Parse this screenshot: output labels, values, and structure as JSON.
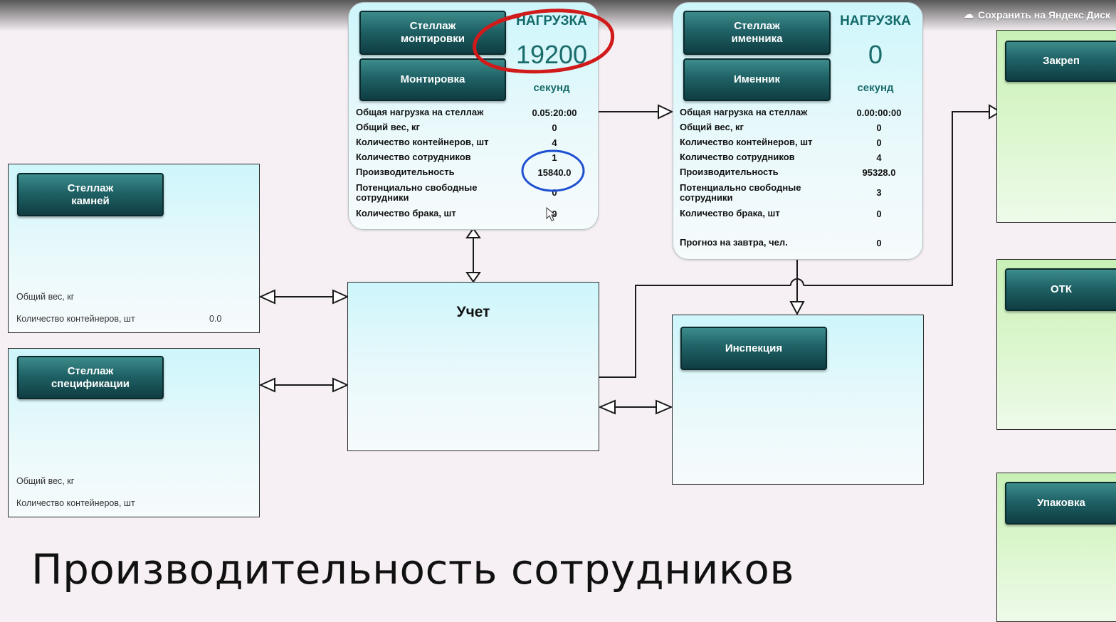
{
  "topbar": {
    "save_label": "Сохранить на Яндекс Диск"
  },
  "mount": {
    "btn_rack": "Стеллаж монтировки",
    "btn_main": "Монтировка",
    "load_title": "НАГРУЗКА",
    "load_value": "19200",
    "load_unit": "секунд",
    "rows": [
      {
        "label": "Общая нагрузка на стеллаж",
        "value": "0.05:20:00"
      },
      {
        "label": "Общий вес, кг",
        "value": "0"
      },
      {
        "label": "Количество контейнеров, шт",
        "value": "4"
      },
      {
        "label": "Количество сотрудников",
        "value": "1"
      },
      {
        "label": "Производительность",
        "value": "15840.0"
      },
      {
        "label": "Потенциально свободные сотрудники",
        "value": "0"
      },
      {
        "label": "Количество брака, шт",
        "value": "0"
      }
    ]
  },
  "birthday": {
    "btn_rack": "Стеллаж именника",
    "btn_main": "Именник",
    "load_title": "НАГРУЗКА",
    "load_value": "0",
    "load_unit": "секунд",
    "rows": [
      {
        "label": "Общая нагрузка на стеллаж",
        "value": "0.00:00:00"
      },
      {
        "label": "Общий вес, кг",
        "value": "0"
      },
      {
        "label": "Количество контейнеров, шт",
        "value": "0"
      },
      {
        "label": "Количество сотрудников",
        "value": "4"
      },
      {
        "label": "Производительность",
        "value": "95328.0"
      },
      {
        "label": "Потенциально свободные сотрудники",
        "value": "3"
      },
      {
        "label": "Количество брака, шт",
        "value": "0"
      },
      {
        "label": "Прогноз на завтра, чел.",
        "value": "0"
      }
    ]
  },
  "stones": {
    "btn": "Стеллаж камней",
    "weight_label": "Общий вес, кг",
    "containers_label": "Количество контейнеров, шт",
    "containers_value": "0.0"
  },
  "spec": {
    "btn": "Стеллаж спецификации",
    "weight_label": "Общий вес, кг",
    "containers_label": "Количество контейнеров, шт"
  },
  "accounting": {
    "title": "Учет"
  },
  "inspection": {
    "btn": "Инспекция"
  },
  "right": {
    "zakrep": "Закреп",
    "otk": "ОТК",
    "pack": "Упаковка"
  },
  "caption": "Производительность сотрудников",
  "colors": {
    "button_dark": "#0f3d42",
    "accent_text": "#146a6a",
    "red_mark": "#d11a1a",
    "blue_mark": "#1d4fd0"
  }
}
